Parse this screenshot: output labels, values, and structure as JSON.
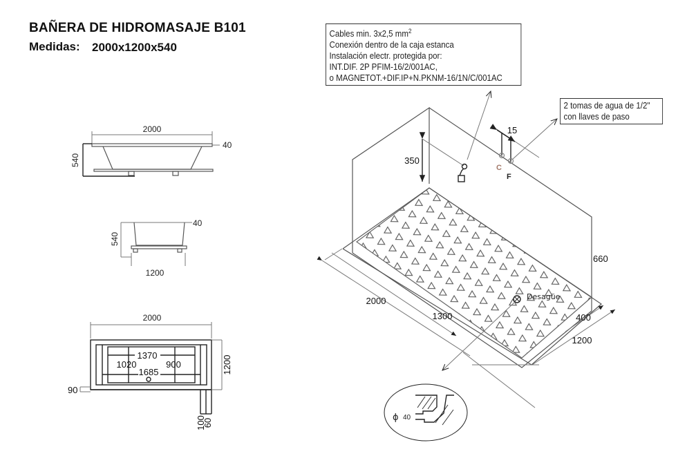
{
  "header": {
    "title": "BAÑERA DE HIDROMASAJE B101",
    "measures_label": "Medidas:",
    "measures_value": "2000x1200x540"
  },
  "side_view": {
    "length": "2000",
    "height": "540",
    "rim": "40"
  },
  "end_view": {
    "width": "1200",
    "height": "540",
    "rim": "40"
  },
  "top_view": {
    "length": "2000",
    "width": "1200",
    "inner_length": "1370",
    "inner_right": "900",
    "inner_left": "1020",
    "inner_total": "1685",
    "border_left": "90",
    "border_bottom_1": "100",
    "border_bottom_2": "60"
  },
  "electrical_note": {
    "lines": [
      "Cables min. 3x2,5 mm",
      "Conexión dentro de la caja estanca",
      "Instalación electr. protegida por:",
      "INT.DIF. 2P PFIM-16/2/001AC,",
      "o MAGNETOT.+DIF.IP+N.PKNM-16/1N/C/001AC"
    ],
    "superscript": "2"
  },
  "water_note": {
    "lines": [
      "2 tomas de agua de 1/2\"",
      "con llaves de paso"
    ]
  },
  "isometric": {
    "socket_height": "350",
    "tap_spacing": "15",
    "tap_hot_label": "C",
    "tap_cold_label": "F",
    "wall_height": "660",
    "length": "2000",
    "drain_offset_length": "1300",
    "drain_offset_width": "400",
    "width": "1200",
    "drain_label": "Desagüe"
  },
  "drain_detail": {
    "diameter_symbol": "ϕ",
    "diameter": "40"
  }
}
